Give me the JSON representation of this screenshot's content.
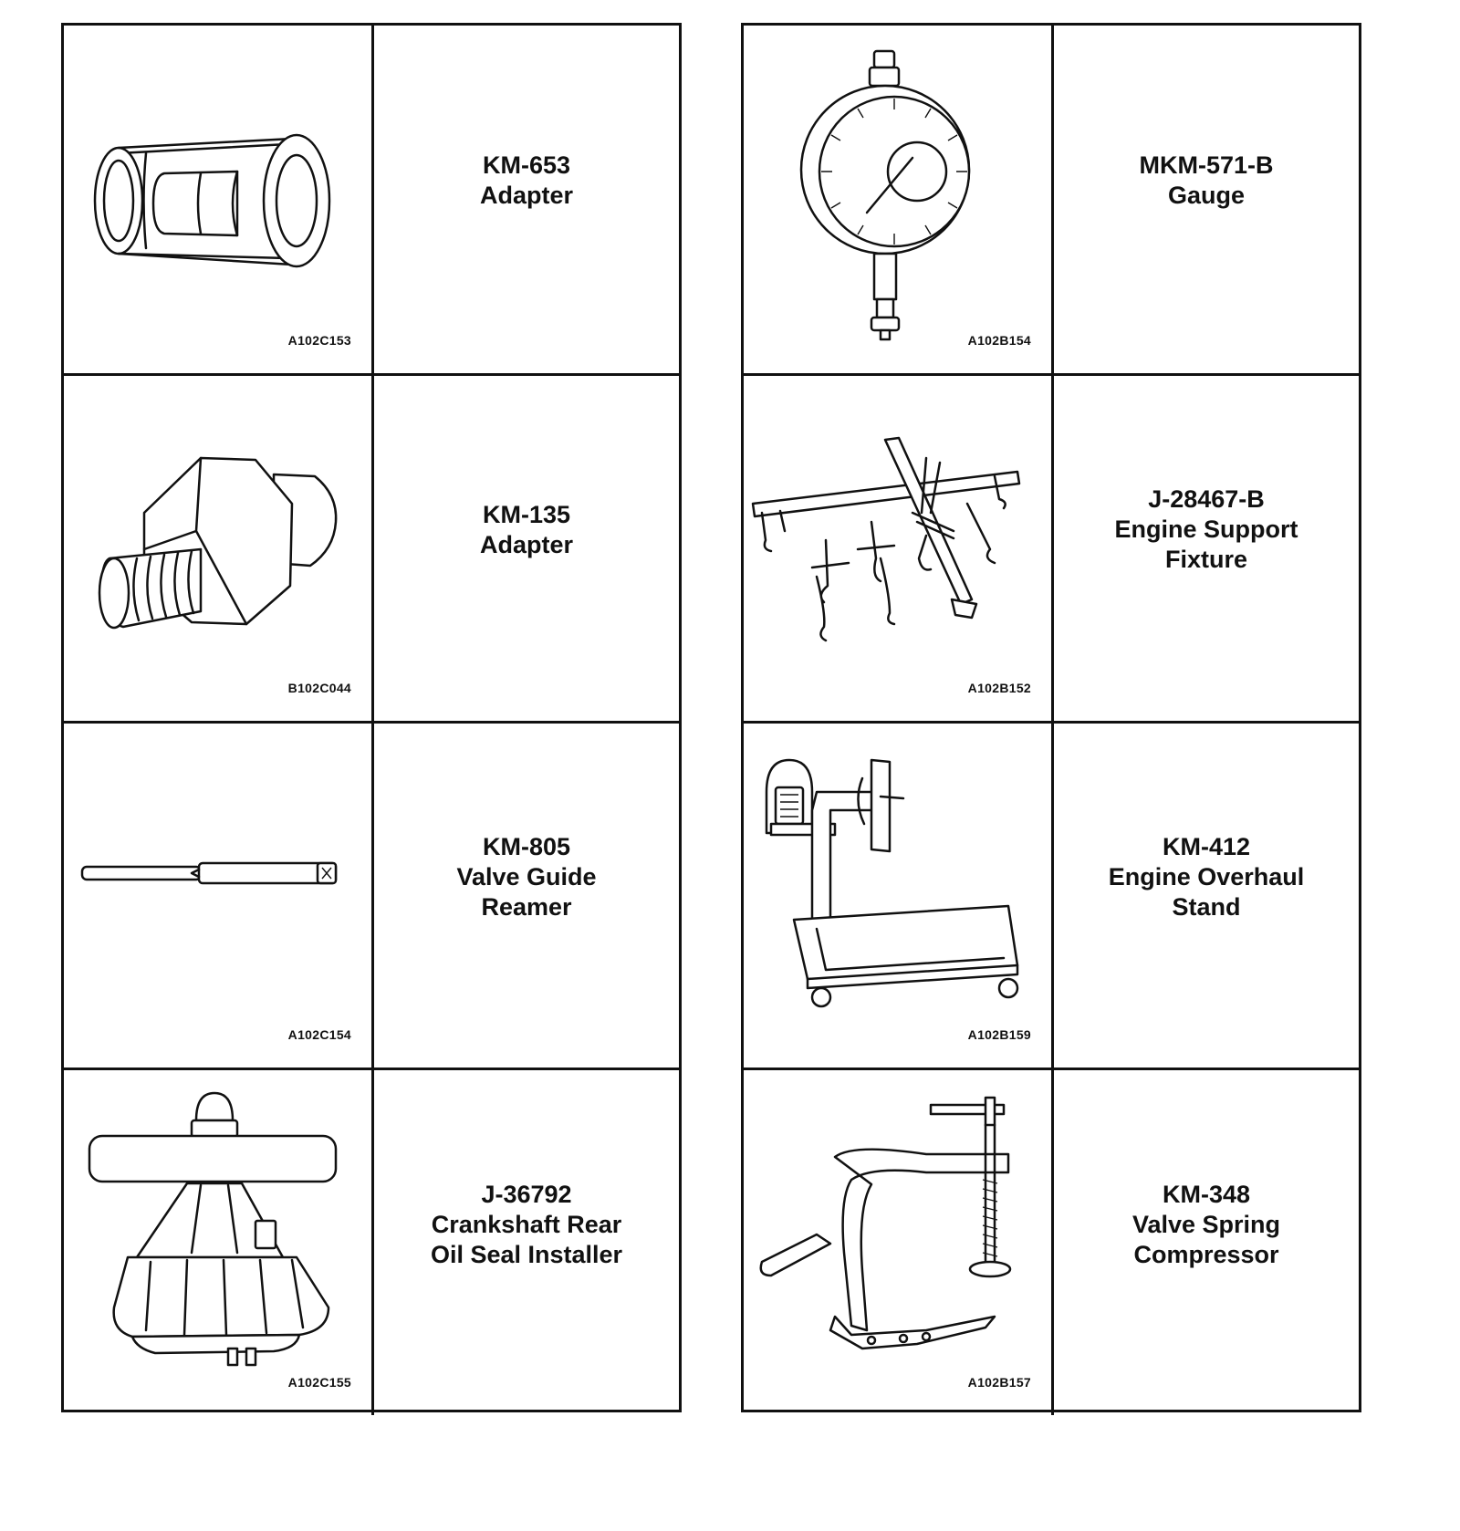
{
  "tools": [
    {
      "ref": "A102C153",
      "lines": [
        "KM-653",
        "Adapter"
      ],
      "icon": "adapter-sleeve-icon"
    },
    {
      "ref": "B102C044",
      "lines": [
        "KM-135",
        "Adapter"
      ],
      "icon": "threaded-adapter-icon"
    },
    {
      "ref": "A102C154",
      "lines": [
        "KM-805",
        "Valve Guide",
        "Reamer"
      ],
      "icon": "reamer-icon"
    },
    {
      "ref": "A102C155",
      "lines": [
        "J-36792",
        "Crankshaft Rear",
        "Oil Seal Installer"
      ],
      "icon": "seal-installer-icon"
    },
    {
      "ref": "A102B154",
      "lines": [
        "MKM-571-B",
        "Gauge"
      ],
      "icon": "dial-gauge-icon"
    },
    {
      "ref": "A102B152",
      "lines": [
        "J-28467-B",
        "Engine Support",
        "Fixture"
      ],
      "icon": "engine-support-fixture-icon"
    },
    {
      "ref": "A102B159",
      "lines": [
        "KM-412",
        "Engine Overhaul",
        "Stand"
      ],
      "icon": "engine-stand-icon"
    },
    {
      "ref": "A102B157",
      "lines": [
        "KM-348",
        "Valve Spring",
        "Compressor"
      ],
      "icon": "valve-spring-compressor-icon"
    }
  ]
}
